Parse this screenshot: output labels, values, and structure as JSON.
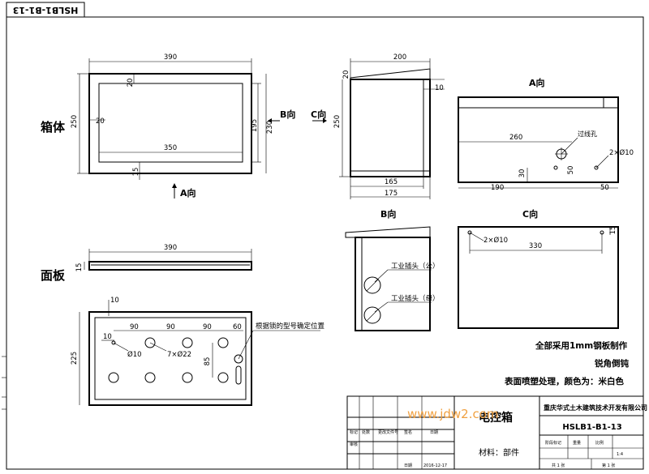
{
  "drawing_code_rotated": "HSLB1-B1-13",
  "views": {
    "box_body": "箱体",
    "panel": "面板",
    "view_a": "A向",
    "view_b": "B向",
    "view_c": "C向",
    "marker_a": "A向",
    "marker_b": "B向",
    "marker_c": "C向"
  },
  "box_front_dims": {
    "width": "390",
    "inner_width": "350",
    "height": "250",
    "inner_h": "195",
    "h230": "230",
    "top_margin": "20",
    "left_margin": "20",
    "bottom_margin": "15"
  },
  "box_side_dims": {
    "depth": "200",
    "lip": "20",
    "ten": "10",
    "height": "250",
    "d165": "165",
    "d175": "175"
  },
  "view_a_dims": {
    "d260": "260",
    "d190": "190",
    "d50a": "50",
    "d30": "30",
    "d50b": "50",
    "hole_label": "过线孔",
    "holes": "2×Ø10"
  },
  "panel_dims": {
    "width": "390",
    "thickness": "15"
  },
  "panel_front_dims": {
    "d10a": "10",
    "d10b": "10",
    "d90a": "90",
    "d90b": "90",
    "d90c": "90",
    "d60": "60",
    "hole_small": "Ø10",
    "holes_big": "7×Ø22",
    "d85": "85",
    "height": "225",
    "note": "根据锁的型号确定位置"
  },
  "view_b_labels": {
    "socket1": "工业插头（公）",
    "socket2": "工业插头（母）"
  },
  "view_c_dims": {
    "holes": "2×Ø10",
    "d330": "330",
    "d15": "15"
  },
  "notes": [
    "全部采用1mm钢板制作",
    "锐角倒钝",
    "表面喷塑处理，颜色为：米白色"
  ],
  "title_block": {
    "company": "重庆华式土木建筑技术开发有限公司",
    "part_name": "电控箱",
    "drawing_no": "HSLB1-B1-13",
    "material": "材料：部件",
    "scale": "1:4",
    "watermark": "www.jdw2.com",
    "col_headers": [
      "标记",
      "处数",
      "更改文件号",
      "签名",
      "日期"
    ],
    "review": "审核",
    "approve_date": "日期",
    "date_value": "2016-12-17",
    "stage": "阶段标记",
    "weight": "重量",
    "ratio": "比例",
    "sheet_total": "共  1  张",
    "sheet_no": "第  1  张"
  }
}
